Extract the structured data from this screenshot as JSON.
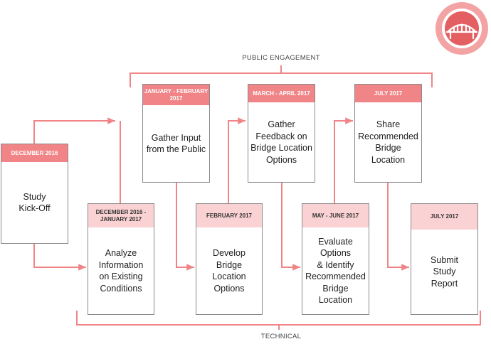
{
  "header_label": "PUBLIC ENGAGEMENT",
  "footer_label": "TECHNICAL",
  "logo_icon": "bridge-icon",
  "colors": {
    "accent": "#f08486",
    "accent_light": "#fbd2d3",
    "line": "#f08486",
    "bracket": "#f08486",
    "logo_ring": "#f4a3a5"
  },
  "cards": [
    {
      "date": "DECEMBER 2016",
      "title": "Study\nKick-Off"
    },
    {
      "date": "JANUARY -\nFEBRUARY 2017",
      "title": "Gather Input\nfrom the Public"
    },
    {
      "date": "DECEMBER 2016 -\nJANUARY 2017",
      "title": "Analyze\nInformation\non Existing\nConditions"
    },
    {
      "date": "FEBRUARY 2017",
      "title": "Develop\nBridge\nLocation\nOptions"
    },
    {
      "date": "MARCH - APRIL 2017",
      "title": "Gather\nFeedback on\nBridge Location\nOptions"
    },
    {
      "date": "MAY -\nJUNE 2017",
      "title": "Evaluate\nOptions\n& Identify\nRecommended\nBridge\nLocation"
    },
    {
      "date": "JULY 2017",
      "title": "Share\nRecommended\nBridge\nLocation"
    },
    {
      "date": "JULY 2017",
      "title": "Submit\nStudy\nReport"
    }
  ]
}
